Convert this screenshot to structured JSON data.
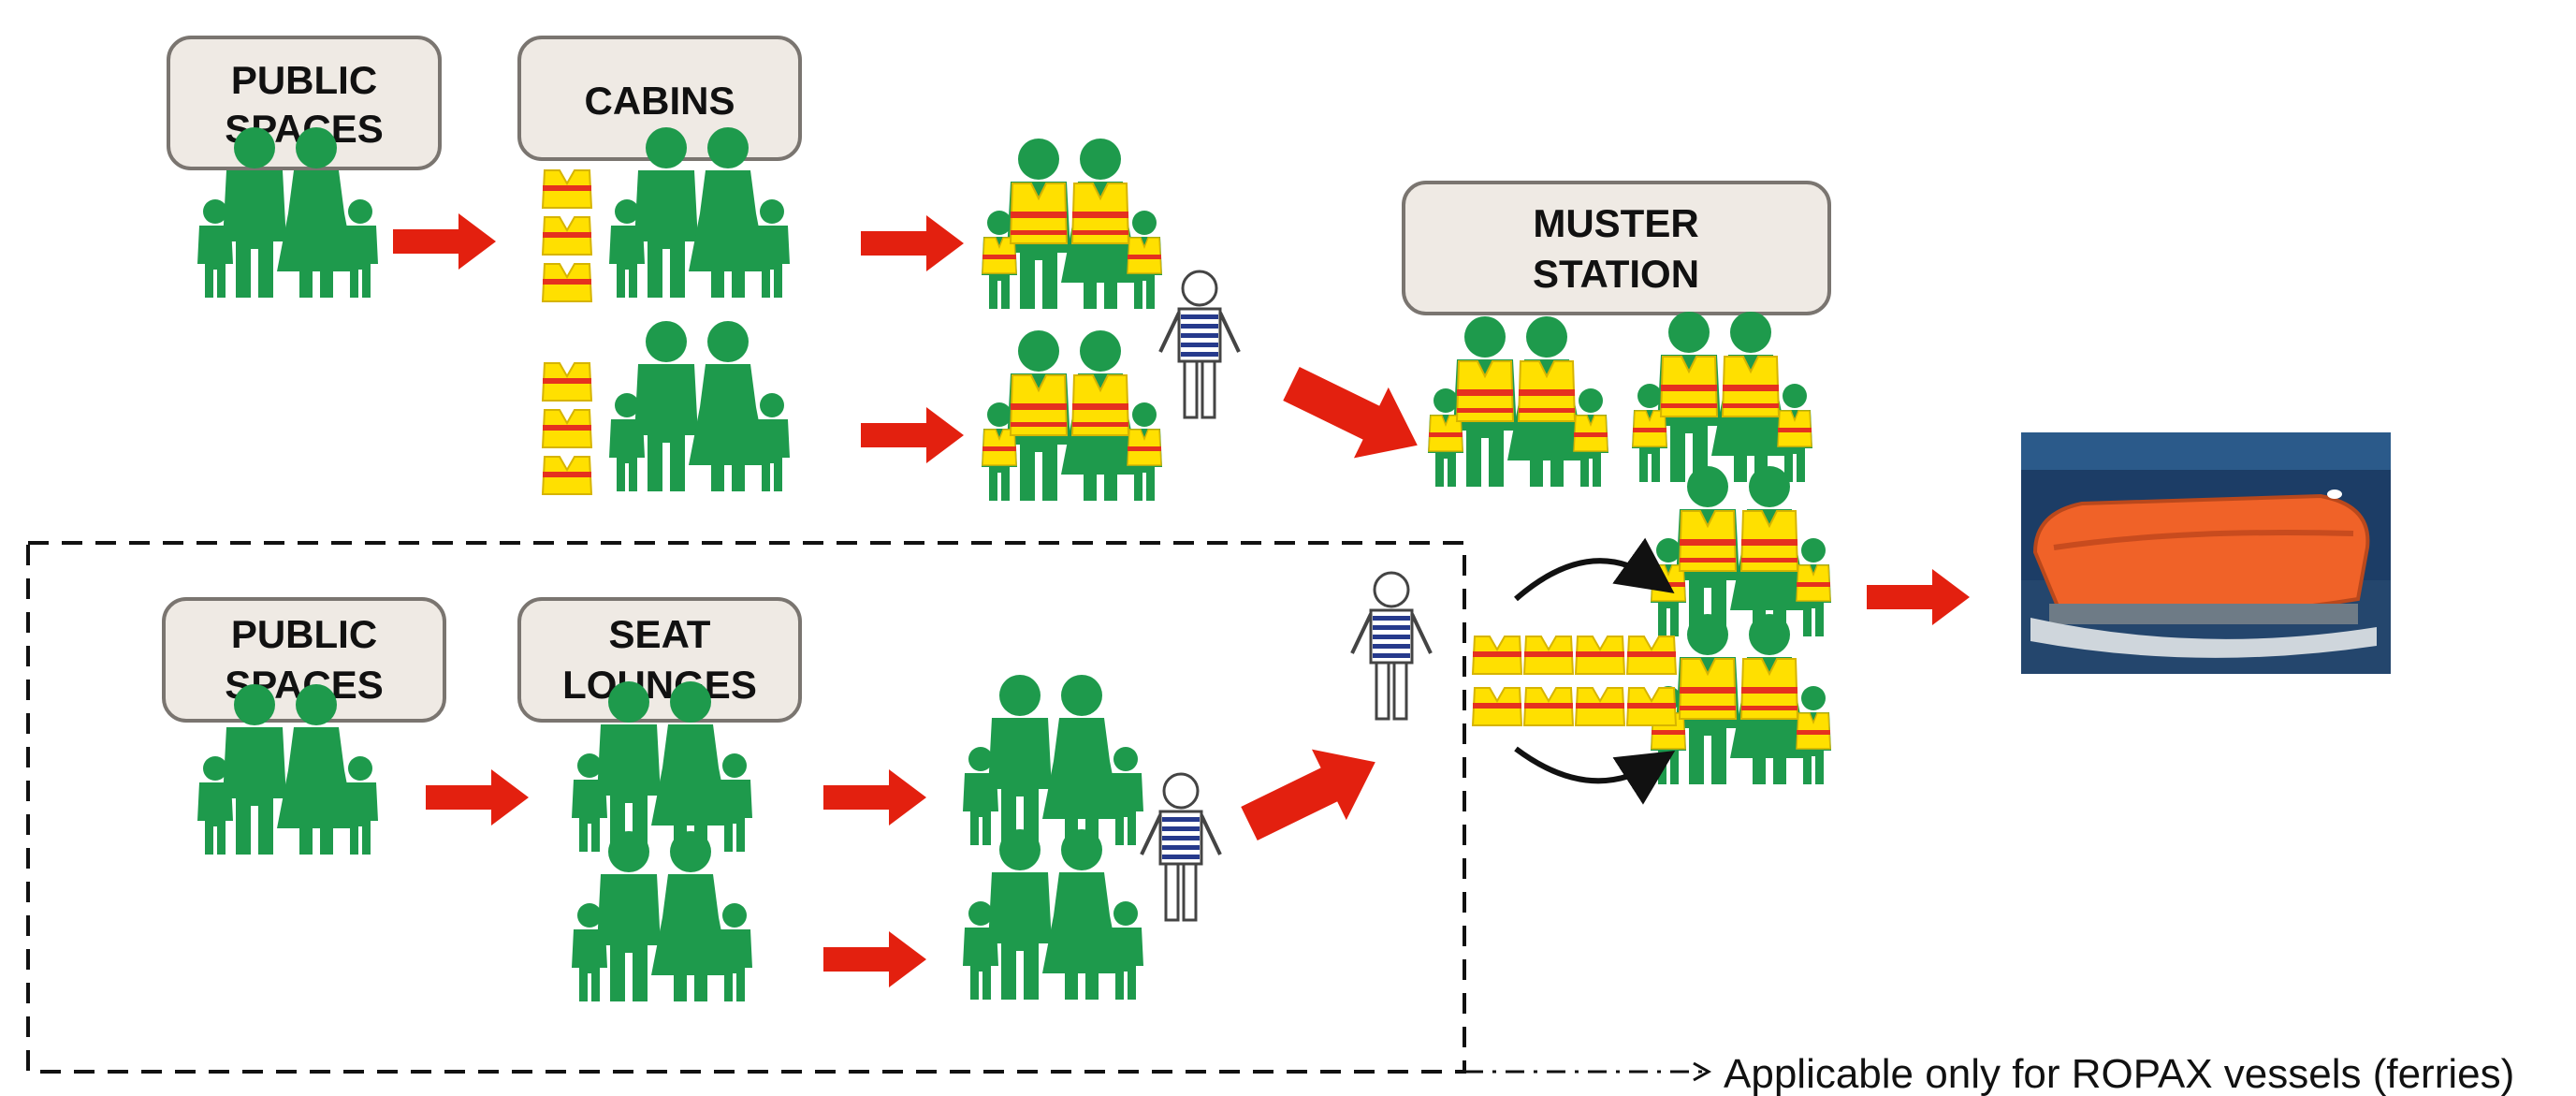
{
  "labels": {
    "public_spaces_top": [
      "PUBLIC",
      "SPACES"
    ],
    "cabins": [
      "CABINS"
    ],
    "muster_station": [
      "MUSTER",
      "STATION"
    ],
    "public_spaces_bottom": [
      "PUBLIC",
      "SPACES"
    ],
    "seat_lounges": [
      "SEAT",
      "LOUNGES"
    ]
  },
  "note": "Applicable only for ROPAX vessels (ferries)",
  "icons": {
    "family": "family-icon",
    "life_jacket": "life-jacket-icon",
    "crew": "crew-member-icon",
    "arrow": "red-arrow-icon",
    "lifeboat": "lifeboat-photo"
  },
  "colors": {
    "person": "#1e9a4c",
    "jacket": "#ffe000",
    "jacket_stripe": "#e5311f",
    "arrow": "#e3200f",
    "box_fill": "#efeae4",
    "box_stroke": "#7a7570",
    "lifeboat": "#f06228",
    "sea": "#1c3d66"
  }
}
